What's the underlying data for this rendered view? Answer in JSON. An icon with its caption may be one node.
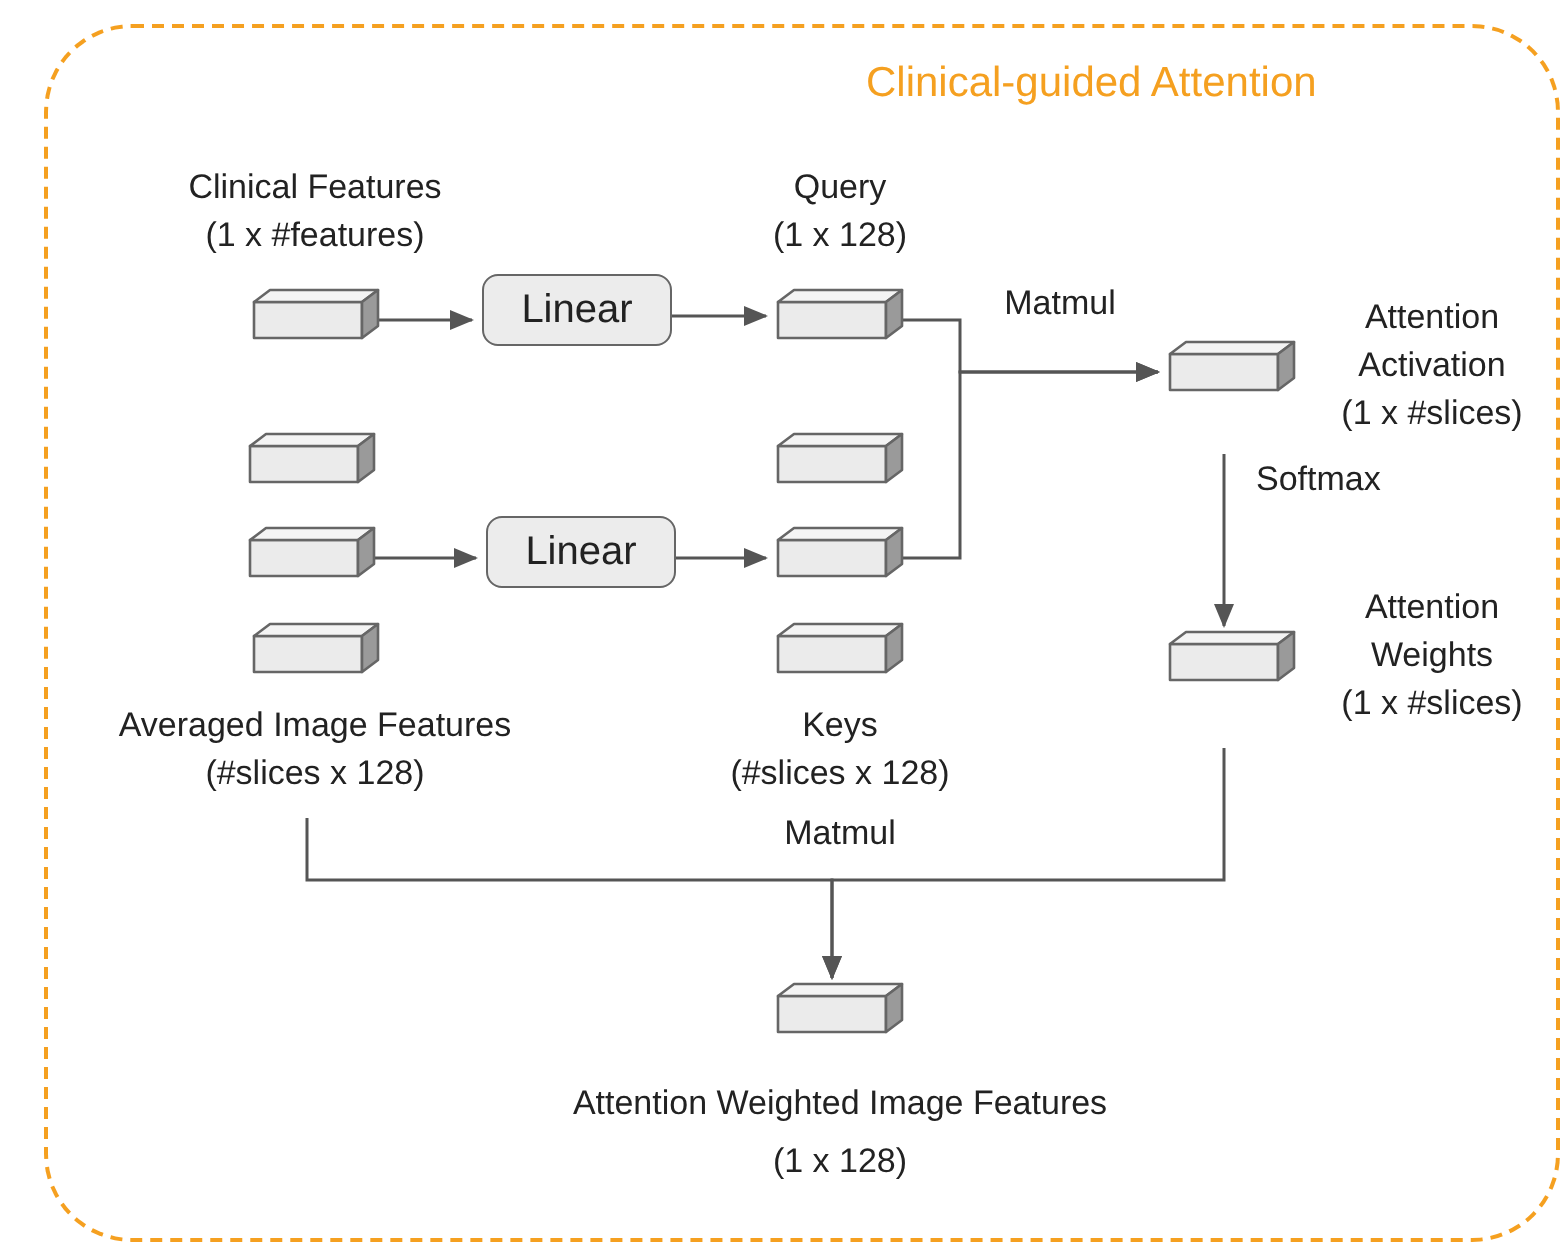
{
  "diagram": {
    "nodes": [
      {
        "text": [
          "Clinical-guided Attention"
        ]
      },
      {
        "text": [
          "Clinical Features",
          "(1 x #features)"
        ],
        "in": 0
      },
      {
        "text": [
          "Linear"
        ],
        "in": 0
      },
      {
        "text": [
          "Query",
          "(1 x 128)"
        ],
        "in": 0
      },
      {
        "text": [],
        "shape": "box",
        "in": 0
      },
      {
        "text": [],
        "shape": "box",
        "in": 0
      },
      {
        "text": [
          "Averaged Image Features",
          "(#slices x 128)"
        ],
        "in": 0
      },
      {
        "text": [
          "Linear"
        ],
        "in": 0
      },
      {
        "text": [],
        "shape": "box",
        "in": 0
      },
      {
        "text": [],
        "shape": "box",
        "in": 0
      },
      {
        "text": [
          "Keys",
          "(#slices x 128)"
        ],
        "in": 0
      },
      {
        "text": [
          "Attention Activation",
          "(1 x #slices)"
        ],
        "in": 0
      },
      {
        "text": [
          "Attention Weights",
          "(1 x #slices)"
        ],
        "in": 0
      },
      {
        "text": [
          "Attention Weighted Image Features",
          "(1 x 128)"
        ],
        "in": 0
      }
    ],
    "edges": [
      {
        "from": 1,
        "to": 2,
        "arrow": "to"
      },
      {
        "from": 2,
        "to": 3,
        "arrow": "to"
      },
      {
        "from": 5,
        "to": 7,
        "arrow": "to"
      },
      {
        "from": 7,
        "to": 9,
        "arrow": "to"
      },
      {
        "from": 3,
        "to": 11,
        "arrow": "to",
        "label": "Matmul"
      },
      {
        "from": 9,
        "to": 11,
        "arrow": "to"
      },
      {
        "from": 11,
        "to": 12,
        "arrow": "to",
        "label": "Softmax"
      },
      {
        "from": 6,
        "to": 13,
        "arrow": "to",
        "label": "Matmul"
      },
      {
        "from": 12,
        "to": 13,
        "arrow": "to"
      }
    ]
  }
}
